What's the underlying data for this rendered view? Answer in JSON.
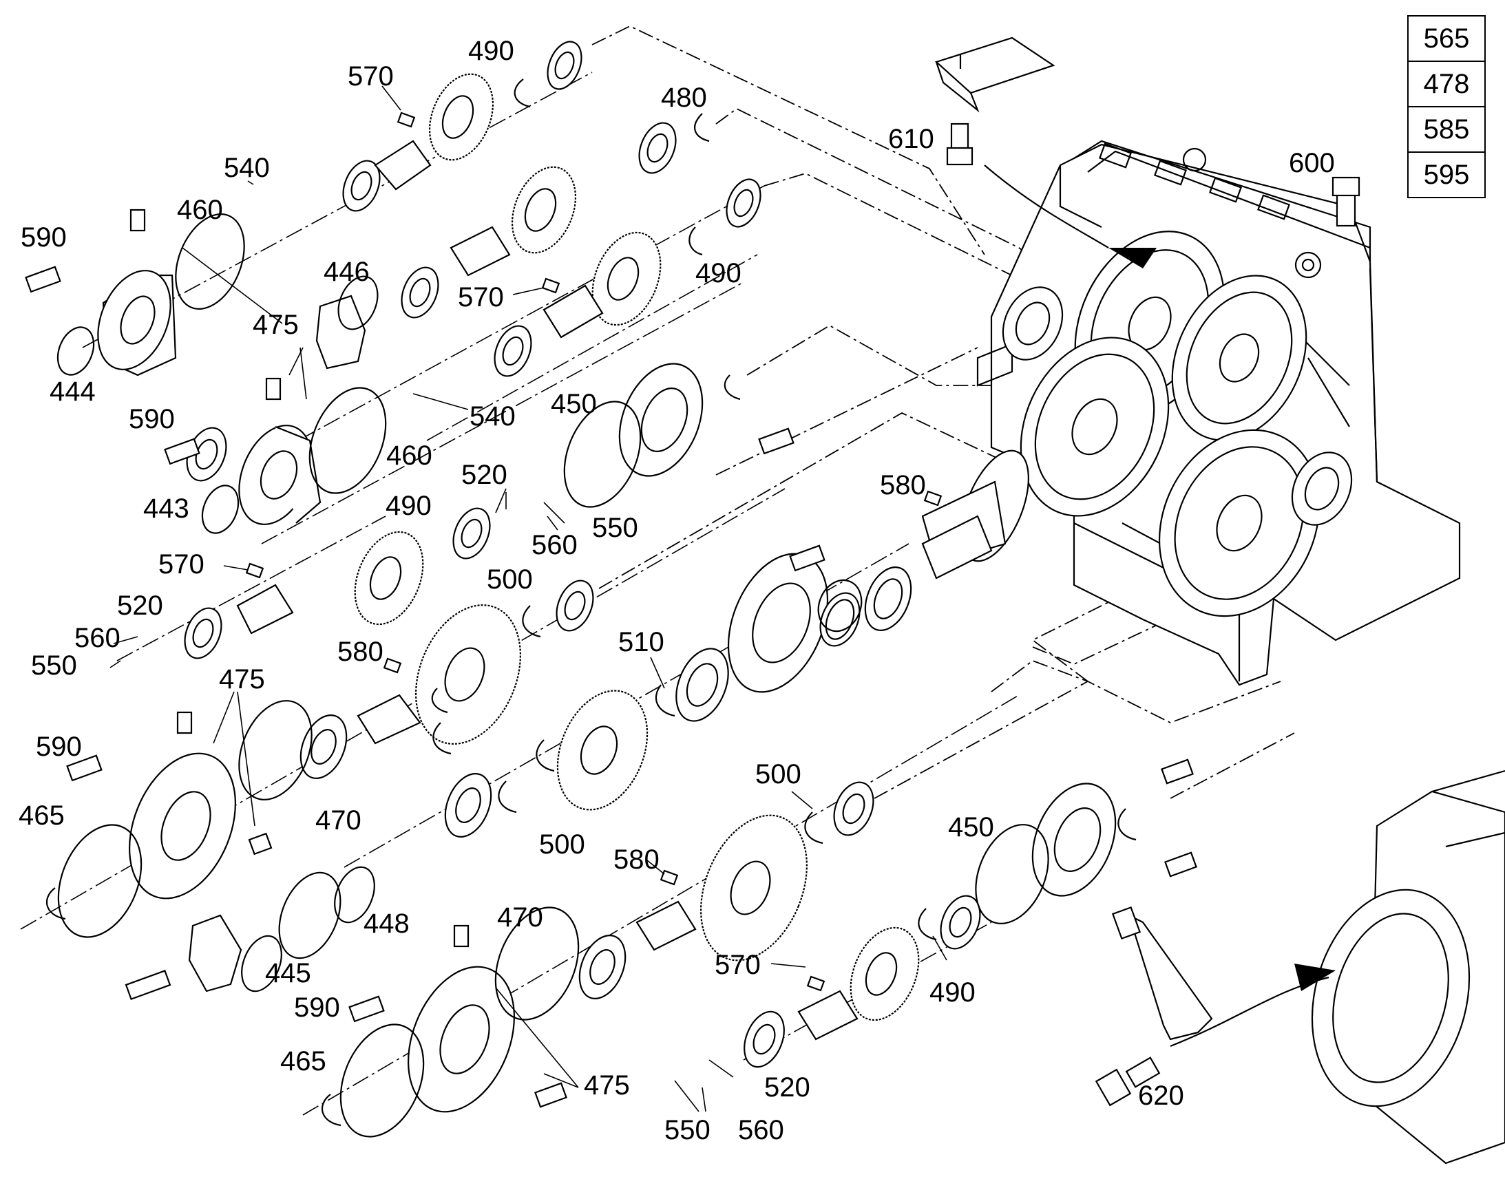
{
  "reference_box": [
    "565",
    "478",
    "585",
    "595"
  ],
  "callouts": {
    "c490a": "490",
    "c570a": "570",
    "c480": "480",
    "c610": "610",
    "c600": "600",
    "c540a": "540",
    "c460a": "460",
    "c590a": "590",
    "c446": "446",
    "c570b": "570",
    "c490b": "490",
    "c475a": "475",
    "c444": "444",
    "c590b": "590",
    "c540b": "540",
    "c450a": "450",
    "c460b": "460",
    "c443": "443",
    "c520a": "520",
    "c580a": "580",
    "c490c": "490",
    "c560a": "560",
    "c550a": "550",
    "c570c": "570",
    "c520b": "520",
    "c560b": "560",
    "c550b": "550",
    "c500a": "500",
    "c580b": "580",
    "c475b": "475",
    "c510": "510",
    "c590c": "590",
    "c470a": "470",
    "c465a": "465",
    "c500b": "500",
    "c500c": "500",
    "c450b": "450",
    "c448": "448",
    "c580c": "580",
    "c445": "445",
    "c470b": "470",
    "c590d": "590",
    "c570d": "570",
    "c490d": "490",
    "c465b": "465",
    "c475c": "475",
    "c520c": "520",
    "c620": "620",
    "c550c": "550",
    "c560c": "560"
  }
}
